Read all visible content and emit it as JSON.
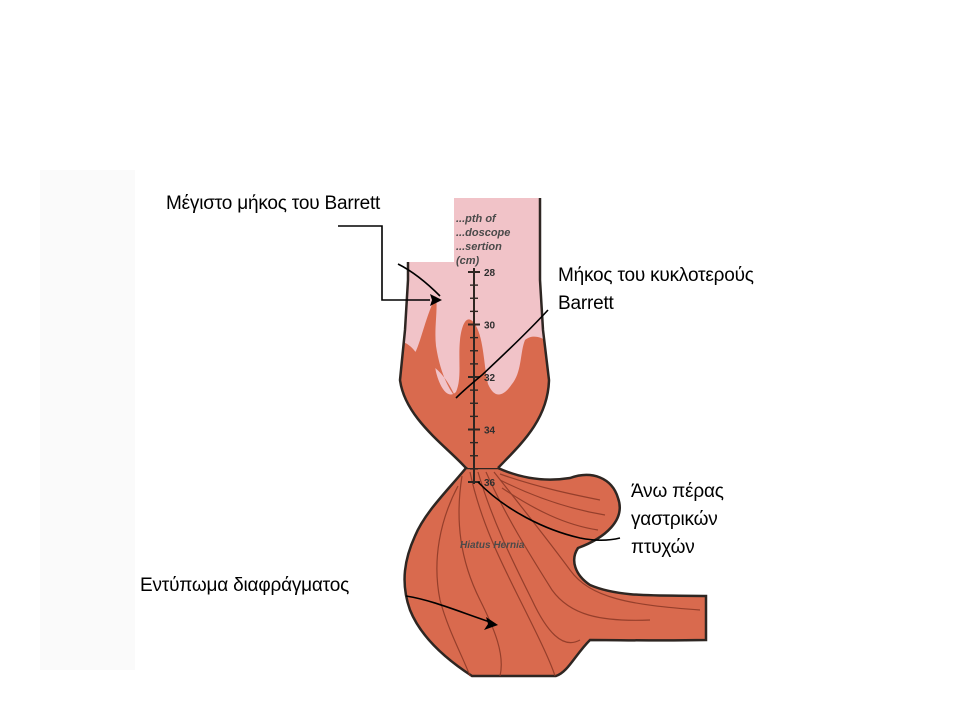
{
  "diagram": {
    "scale_header": [
      "...pth of",
      "...doscope",
      "...sertion",
      "(cm)"
    ],
    "scale_ticks": [
      "28",
      "30",
      "32",
      "34",
      "36"
    ],
    "hernia_label": "Hiatus Hernia"
  },
  "callouts": {
    "max_barrett_length": "Μέγιστο μήκος του Barrett",
    "circumferential_barrett": [
      "Μήκος του κυκλοτερούς",
      "Barrett"
    ],
    "gastric_folds": [
      "Άνω πέρας",
      "γαστρικών",
      "πτυχών"
    ],
    "diaphragm_impression": "Εντύπωμα διαφράγματος"
  },
  "colors": {
    "barrett_mucosa": "#d96a4e",
    "squamous_mucosa": "#f1c3c8",
    "outline": "#2e2622",
    "fold_lines": "#8a3826"
  }
}
